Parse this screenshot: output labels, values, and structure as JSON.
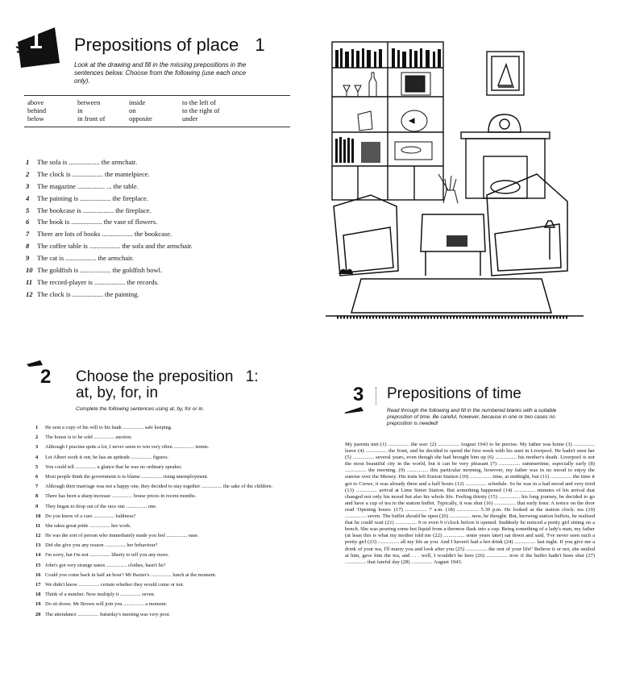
{
  "section1": {
    "number": "1",
    "title": "Prepositions of place",
    "title_number": "1",
    "instructions": "Look at the drawing and fill in the missing prepositions in the sentences below. Choose from the following (use each once only).",
    "word_columns": [
      [
        "above",
        "behind",
        "below"
      ],
      [
        "between",
        "in",
        "in front of"
      ],
      [
        "inside",
        "on",
        "opposite"
      ],
      [
        "to the left of",
        "to the right of",
        "under"
      ]
    ],
    "sentences": [
      {
        "n": "1",
        "text": "The sofa is .................. the armchair."
      },
      {
        "n": "2",
        "text": "The clock is .................. the mantelpiece."
      },
      {
        "n": "3",
        "text": "The magazine ................ ... the table."
      },
      {
        "n": "4",
        "text": "The painting is .................. the fireplace."
      },
      {
        "n": "5",
        "text": "The bookcase is .................. the fireplace."
      },
      {
        "n": "6",
        "text": "The book is .................. the vase of flowers."
      },
      {
        "n": "7",
        "text": "There are lots of books .................. the bookcase."
      },
      {
        "n": "8",
        "text": "The coffee table is .................. the sofa and the armchair."
      },
      {
        "n": "9",
        "text": "The cat is .................. the armchair."
      },
      {
        "n": "10",
        "text": "The goldfish is .................. the goldfish bowl."
      },
      {
        "n": "11",
        "text": "The record-player is .................. the records."
      },
      {
        "n": "12",
        "text": "The clock is .................. the painting."
      }
    ]
  },
  "section2": {
    "number": "2",
    "title_line1": "Choose the preposition",
    "title_number": "1:",
    "title_line2": "at, by, for, in",
    "instructions": "Complete the following sentences using at, by, for or in.",
    "sentences": [
      {
        "n": "1",
        "text": "He sent a copy of his will to his bank ................ safe keeping."
      },
      {
        "n": "2",
        "text": "The house is to be sold ................ auction."
      },
      {
        "n": "3",
        "text": "Although I practise quite a lot, I never seem to win very often ................ tennis."
      },
      {
        "n": "4",
        "text": "Let Albert work it out; he has an aptitude ................ figures."
      },
      {
        "n": "5",
        "text": "You could tell ................ a glance that he was no ordinary speaker."
      },
      {
        "n": "6",
        "text": "Most people think the government is to blame ................ rising unemployment."
      },
      {
        "n": "7",
        "text": "Although their marriage was not a happy one, they decided to stay together ................ the sake of the children."
      },
      {
        "n": "8",
        "text": "There has been a sharp increase ................ house prices in recent months."
      },
      {
        "n": "9",
        "text": "They began to drop out of the race one ................ one."
      },
      {
        "n": "10",
        "text": "Do you know of a cure ................ baldness?"
      },
      {
        "n": "11",
        "text": "She takes great pride ................ her work."
      },
      {
        "n": "12",
        "text": "He was the sort of person who immediately made you feel ................ ease."
      },
      {
        "n": "13",
        "text": "Did she give you any reason ................ her behaviour?"
      },
      {
        "n": "14",
        "text": "I'm sorry, but I'm not ................ liberty to tell you any more."
      },
      {
        "n": "15",
        "text": "John's got very strange tastes ................ clothes, hasn't he?"
      },
      {
        "n": "16",
        "text": "Could you come back in half an hour? Mr Baxter's ................ lunch at the moment."
      },
      {
        "n": "17",
        "text": "We didn't know ................ certain whether they would come or not."
      },
      {
        "n": "18",
        "text": "Think of a number. Now multiply it ................ seven."
      },
      {
        "n": "19",
        "text": "Do sit down. Mr Brown will join you ................ a moment."
      },
      {
        "n": "20",
        "text": "The attendance ................ Saturday's meeting was very poor."
      }
    ]
  },
  "section3": {
    "number": "3",
    "title": "Prepositions of time",
    "instructions": "Read through the following and fill in the numbered blanks with a suitable preposition of time. Be careful, however, because in one or two cases no preposition is needed!",
    "passage": "My parents met (1) ................ the war: (2) ................ August 1943 to be precise. My father was home (3) ................ leave (4) ................ the front, and he decided to spend the first week with his aunt in Liverpool. He hadn't seen her (5) ................ several years, even though she had brought him up (6) ................ his mother's death. Liverpool is not the most beautiful city in the world, but it can be very pleasant (7) ................ summertime, especially early (8) ................ the morning. (9) ................ this particular morning, however, my father was in no mood to enjoy the sunrise over the Mersey. His train left Euston Station (10) ................ time, at midnight, but (11) ................ the time it got to Crewe, it was already three and a half hours (12) ................ schedule. So he was in a bad mood and very tired (13) ................ arrival at Lime Street Station. But something happened (14) ................ minutes of his arrival that changed not only his mood but also his whole life. Feeling thirsty (15) ................ his long journey, he decided to go and have a cup of tea in the station buffet. Typically, it was shut (16) ................ that early hour. A notice on the door read 'Opening hours: (17) ................ 7 a.m. (18) ................ 5.30 p.m. He looked at the station clock: tea (19) ................ seven. The buffet should be open (20) ................ now, he thought. But, knowing station buffets, he realised that he could wait (21) ................ 9 or even 9 o'clock before it opened. Suddenly he noticed a pretty girl sitting on a bench. She was pouring some hot liquid from a thermos flask into a cup. Being something of a lady's man, my father (at least this is what my mother told me (22) ................ some years later) sat down and said, 'I've never seen such a pretty girl (23) ................ all my life as you. And I haven't had a hot drink (24) ................ last night. If you give me a drink of your tea, I'll marry you and look after you (25) ................ the rest of your life!' Believe it or not, she smiled at him, gave him the tea, and . . . well, I wouldn't be here (26) ................ now if the buffet hadn't been shut (27) ................ that fateful day (28) ................ August 1943."
  }
}
